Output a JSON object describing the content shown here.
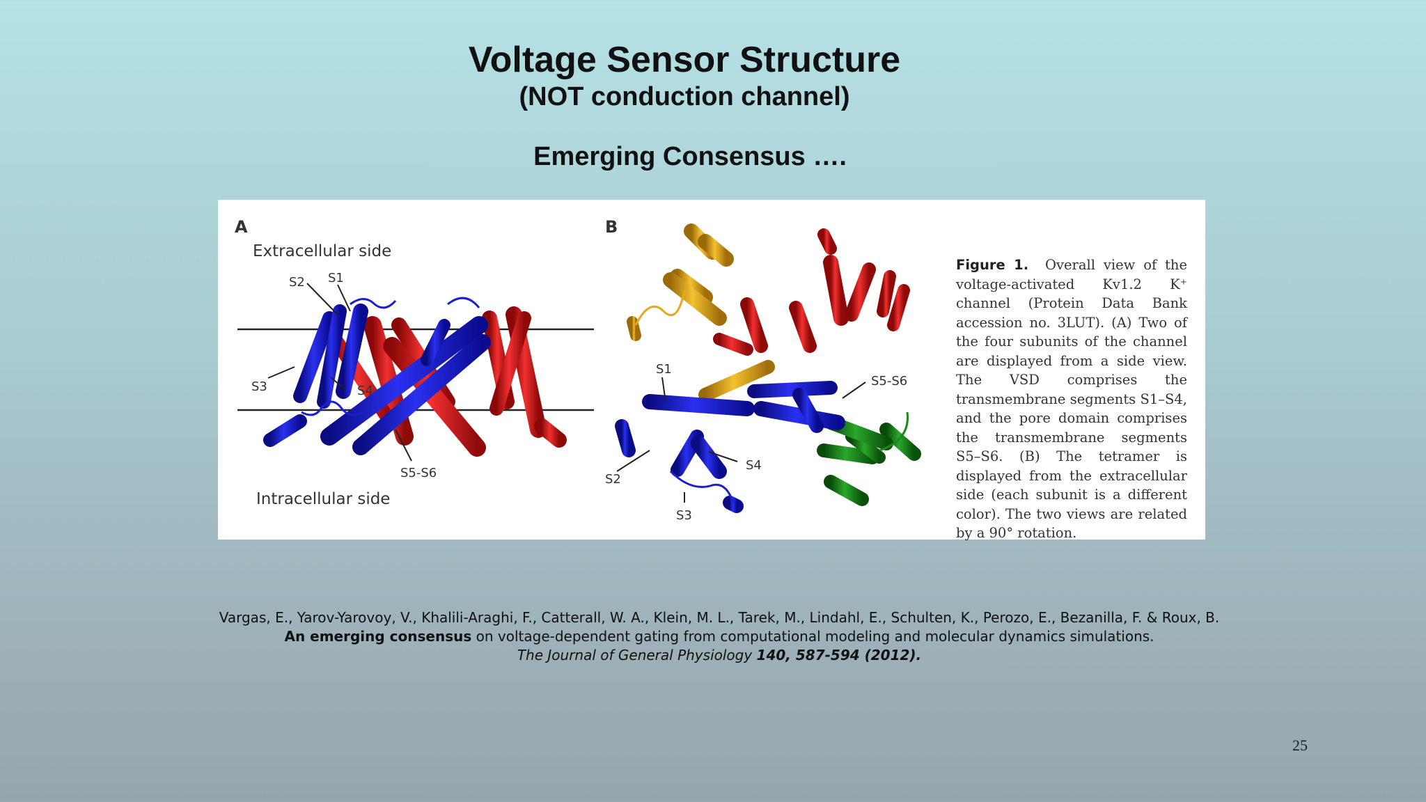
{
  "slide": {
    "title": "Voltage Sensor Structure",
    "subtitle": "(NOT conduction channel)",
    "heading": "Emerging Consensus ….",
    "page_number": "25"
  },
  "figure": {
    "panel_a": {
      "letter": "A",
      "top_label": "Extracellular side",
      "bottom_label": "Intracellular side",
      "segment_labels": [
        "S2",
        "S1",
        "S3",
        "S4",
        "S5-S6"
      ]
    },
    "panel_b": {
      "letter": "B",
      "segment_labels": [
        "S1",
        "S5-S6",
        "S2",
        "S4",
        "S3"
      ]
    },
    "caption": {
      "label": "Figure 1.",
      "text": "Overall view of the voltage-activated Kv1.2 K⁺ channel (Protein Data Bank accession no. 3LUT). (A) Two of the four subunits of the channel are displayed from a side view. The VSD comprises the transmembrane segments S1–S4, and the pore domain comprises the transmembrane segments S5–S6. (B) The tetramer is displayed from the extracellular side (each subunit is a different color). The two views are related by a 90° rotation."
    },
    "colors": {
      "blue": "#1c1fd0",
      "red": "#e01414",
      "gold": "#e8a81a",
      "green": "#1a8a1a"
    }
  },
  "citation": {
    "authors": "Vargas, E., Yarov-Yarovoy, V., Khalili-Araghi, F., Catterall, W. A., Klein, M. L., Tarek, M., Lindahl, E., Schulten, K., Perozo, E., Bezanilla, F. & Roux, B.",
    "title_bold": "An emerging consensus",
    "title_rest": " on voltage-dependent gating from computational modeling and molecular dynamics simulations.",
    "journal": "The Journal of General Physiology ",
    "volume": "140, 587-594 (2012)."
  }
}
